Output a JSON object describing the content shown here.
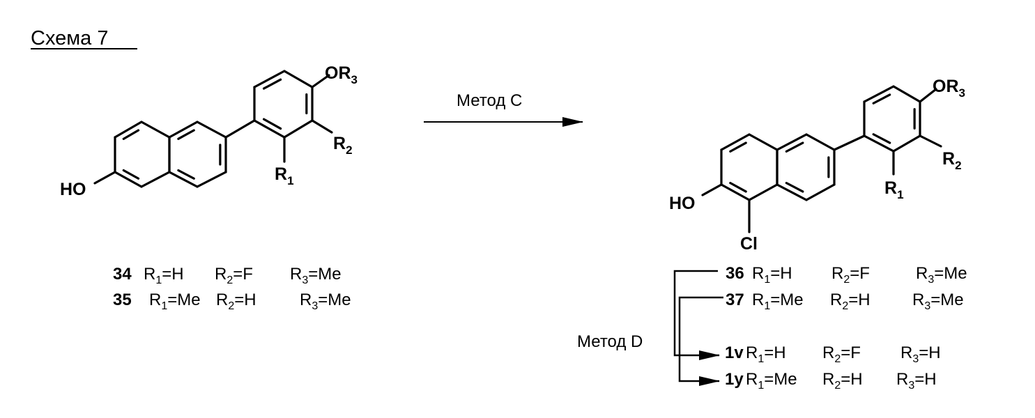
{
  "title": "Схема 7",
  "reaction_arrow_label": "Метод C",
  "branch_arrow_label": "Метод D",
  "atoms": {
    "hydroxyl": "HO",
    "methoxy_o": "O",
    "r": "R",
    "sub1": "1",
    "sub2": "2",
    "sub3": "3",
    "chlorine": "Cl"
  },
  "starting_compounds": [
    {
      "id": "34",
      "parts": [
        {
          "sym": "R",
          "sub": "1",
          "val": "=H"
        },
        {
          "sym": "R",
          "sub": "2",
          "val": "=F"
        },
        {
          "sym": "R",
          "sub": "3",
          "val": "=Me"
        }
      ]
    },
    {
      "id": "35",
      "parts": [
        {
          "sym": "R",
          "sub": "1",
          "val": "=Me"
        },
        {
          "sym": "R",
          "sub": "2",
          "val": "=H"
        },
        {
          "sym": "R",
          "sub": "3",
          "val": "=Me"
        }
      ]
    }
  ],
  "product_compounds": [
    {
      "id": "36",
      "parts": [
        {
          "sym": "R",
          "sub": "1",
          "val": "=H"
        },
        {
          "sym": "R",
          "sub": "2",
          "val": "=F"
        },
        {
          "sym": "R",
          "sub": "3",
          "val": "=Me"
        }
      ]
    },
    {
      "id": "37",
      "parts": [
        {
          "sym": "R",
          "sub": "1",
          "val": "=Me"
        },
        {
          "sym": "R",
          "sub": "2",
          "val": "=H"
        },
        {
          "sym": "R",
          "sub": "3",
          "val": "=Me"
        }
      ]
    },
    {
      "id": "1v",
      "parts": [
        {
          "sym": "R",
          "sub": "1",
          "val": "=H"
        },
        {
          "sym": "R",
          "sub": "2",
          "val": "=F"
        },
        {
          "sym": "R",
          "sub": "3",
          "val": "=H"
        }
      ]
    },
    {
      "id": "1y",
      "parts": [
        {
          "sym": "R",
          "sub": "1",
          "val": "=Me"
        },
        {
          "sym": "R",
          "sub": "2",
          "val": "=H"
        },
        {
          "sym": "R",
          "sub": "3",
          "val": "=H"
        }
      ]
    }
  ]
}
